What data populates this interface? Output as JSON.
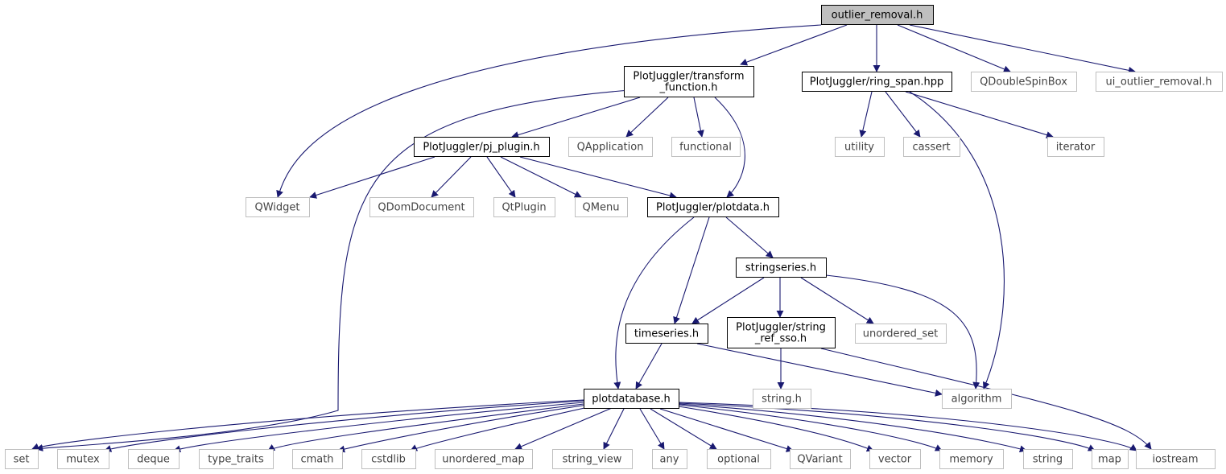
{
  "graph": {
    "nodes": [
      {
        "id": "outlier_removal",
        "lines": [
          "outlier_removal.h"
        ],
        "kind": "root"
      },
      {
        "id": "transform_function",
        "lines": [
          "PlotJuggler/transform",
          "_function.h"
        ],
        "kind": "doc"
      },
      {
        "id": "ring_span",
        "lines": [
          "PlotJuggler/ring_span.hpp"
        ],
        "kind": "doc"
      },
      {
        "id": "QDoubleSpinBox",
        "lines": [
          "QDoubleSpinBox"
        ],
        "kind": "ext"
      },
      {
        "id": "ui_outlier_removal",
        "lines": [
          "ui_outlier_removal.h"
        ],
        "kind": "ext"
      },
      {
        "id": "pj_plugin",
        "lines": [
          "PlotJuggler/pj_plugin.h"
        ],
        "kind": "doc"
      },
      {
        "id": "QApplication",
        "lines": [
          "QApplication"
        ],
        "kind": "ext"
      },
      {
        "id": "functional",
        "lines": [
          "functional"
        ],
        "kind": "ext"
      },
      {
        "id": "utility",
        "lines": [
          "utility"
        ],
        "kind": "ext"
      },
      {
        "id": "cassert",
        "lines": [
          "cassert"
        ],
        "kind": "ext"
      },
      {
        "id": "iterator",
        "lines": [
          "iterator"
        ],
        "kind": "ext"
      },
      {
        "id": "QWidget",
        "lines": [
          "QWidget"
        ],
        "kind": "ext"
      },
      {
        "id": "QDomDocument",
        "lines": [
          "QDomDocument"
        ],
        "kind": "ext"
      },
      {
        "id": "QtPlugin",
        "lines": [
          "QtPlugin"
        ],
        "kind": "ext"
      },
      {
        "id": "QMenu",
        "lines": [
          "QMenu"
        ],
        "kind": "ext"
      },
      {
        "id": "plotdata",
        "lines": [
          "PlotJuggler/plotdata.h"
        ],
        "kind": "doc"
      },
      {
        "id": "stringseries",
        "lines": [
          "stringseries.h"
        ],
        "kind": "doc"
      },
      {
        "id": "timeseries",
        "lines": [
          "timeseries.h"
        ],
        "kind": "doc"
      },
      {
        "id": "string_ref_sso",
        "lines": [
          "PlotJuggler/string",
          "_ref_sso.h"
        ],
        "kind": "doc"
      },
      {
        "id": "unordered_set",
        "lines": [
          "unordered_set"
        ],
        "kind": "ext"
      },
      {
        "id": "string_h",
        "lines": [
          "string.h"
        ],
        "kind": "ext"
      },
      {
        "id": "algorithm",
        "lines": [
          "algorithm"
        ],
        "kind": "ext"
      },
      {
        "id": "plotdatabase",
        "lines": [
          "plotdatabase.h"
        ],
        "kind": "doc"
      },
      {
        "id": "set",
        "lines": [
          "set"
        ],
        "kind": "ext"
      },
      {
        "id": "mutex",
        "lines": [
          "mutex"
        ],
        "kind": "ext"
      },
      {
        "id": "deque",
        "lines": [
          "deque"
        ],
        "kind": "ext"
      },
      {
        "id": "type_traits",
        "lines": [
          "type_traits"
        ],
        "kind": "ext"
      },
      {
        "id": "cmath",
        "lines": [
          "cmath"
        ],
        "kind": "ext"
      },
      {
        "id": "cstdlib",
        "lines": [
          "cstdlib"
        ],
        "kind": "ext"
      },
      {
        "id": "unordered_map",
        "lines": [
          "unordered_map"
        ],
        "kind": "ext"
      },
      {
        "id": "string_view",
        "lines": [
          "string_view"
        ],
        "kind": "ext"
      },
      {
        "id": "any",
        "lines": [
          "any"
        ],
        "kind": "ext"
      },
      {
        "id": "optional",
        "lines": [
          "optional"
        ],
        "kind": "ext"
      },
      {
        "id": "QVariant",
        "lines": [
          "QVariant"
        ],
        "kind": "ext"
      },
      {
        "id": "vector",
        "lines": [
          "vector"
        ],
        "kind": "ext"
      },
      {
        "id": "memory",
        "lines": [
          "memory"
        ],
        "kind": "ext"
      },
      {
        "id": "string",
        "lines": [
          "string"
        ],
        "kind": "ext"
      },
      {
        "id": "map",
        "lines": [
          "map"
        ],
        "kind": "ext"
      },
      {
        "id": "iostream",
        "lines": [
          "iostream"
        ],
        "kind": "ext"
      }
    ],
    "edges": [
      {
        "from": "outlier_removal",
        "to": "QWidget"
      },
      {
        "from": "outlier_removal",
        "to": "transform_function"
      },
      {
        "from": "outlier_removal",
        "to": "ring_span"
      },
      {
        "from": "outlier_removal",
        "to": "QDoubleSpinBox"
      },
      {
        "from": "outlier_removal",
        "to": "ui_outlier_removal"
      },
      {
        "from": "transform_function",
        "to": "set"
      },
      {
        "from": "transform_function",
        "to": "pj_plugin"
      },
      {
        "from": "transform_function",
        "to": "QApplication"
      },
      {
        "from": "transform_function",
        "to": "functional"
      },
      {
        "from": "transform_function",
        "to": "plotdata"
      },
      {
        "from": "ring_span",
        "to": "utility"
      },
      {
        "from": "ring_span",
        "to": "cassert"
      },
      {
        "from": "ring_span",
        "to": "iterator"
      },
      {
        "from": "ring_span",
        "to": "algorithm"
      },
      {
        "from": "pj_plugin",
        "to": "QWidget"
      },
      {
        "from": "pj_plugin",
        "to": "QDomDocument"
      },
      {
        "from": "pj_plugin",
        "to": "QtPlugin"
      },
      {
        "from": "pj_plugin",
        "to": "QMenu"
      },
      {
        "from": "pj_plugin",
        "to": "plotdata"
      },
      {
        "from": "plotdata",
        "to": "plotdatabase"
      },
      {
        "from": "plotdata",
        "to": "timeseries"
      },
      {
        "from": "plotdata",
        "to": "stringseries"
      },
      {
        "from": "stringseries",
        "to": "timeseries"
      },
      {
        "from": "stringseries",
        "to": "string_ref_sso"
      },
      {
        "from": "stringseries",
        "to": "unordered_set"
      },
      {
        "from": "stringseries",
        "to": "algorithm"
      },
      {
        "from": "timeseries",
        "to": "plotdatabase"
      },
      {
        "from": "timeseries",
        "to": "algorithm"
      },
      {
        "from": "string_ref_sso",
        "to": "string_h"
      },
      {
        "from": "string_ref_sso",
        "to": "iostream"
      },
      {
        "from": "plotdatabase",
        "to": "set"
      },
      {
        "from": "plotdatabase",
        "to": "mutex"
      },
      {
        "from": "plotdatabase",
        "to": "deque"
      },
      {
        "from": "plotdatabase",
        "to": "type_traits"
      },
      {
        "from": "plotdatabase",
        "to": "cmath"
      },
      {
        "from": "plotdatabase",
        "to": "cstdlib"
      },
      {
        "from": "plotdatabase",
        "to": "unordered_map"
      },
      {
        "from": "plotdatabase",
        "to": "string_view"
      },
      {
        "from": "plotdatabase",
        "to": "any"
      },
      {
        "from": "plotdatabase",
        "to": "optional"
      },
      {
        "from": "plotdatabase",
        "to": "QVariant"
      },
      {
        "from": "plotdatabase",
        "to": "vector"
      },
      {
        "from": "plotdatabase",
        "to": "memory"
      },
      {
        "from": "plotdatabase",
        "to": "string"
      },
      {
        "from": "plotdatabase",
        "to": "map"
      },
      {
        "from": "plotdatabase",
        "to": "iostream"
      }
    ]
  }
}
